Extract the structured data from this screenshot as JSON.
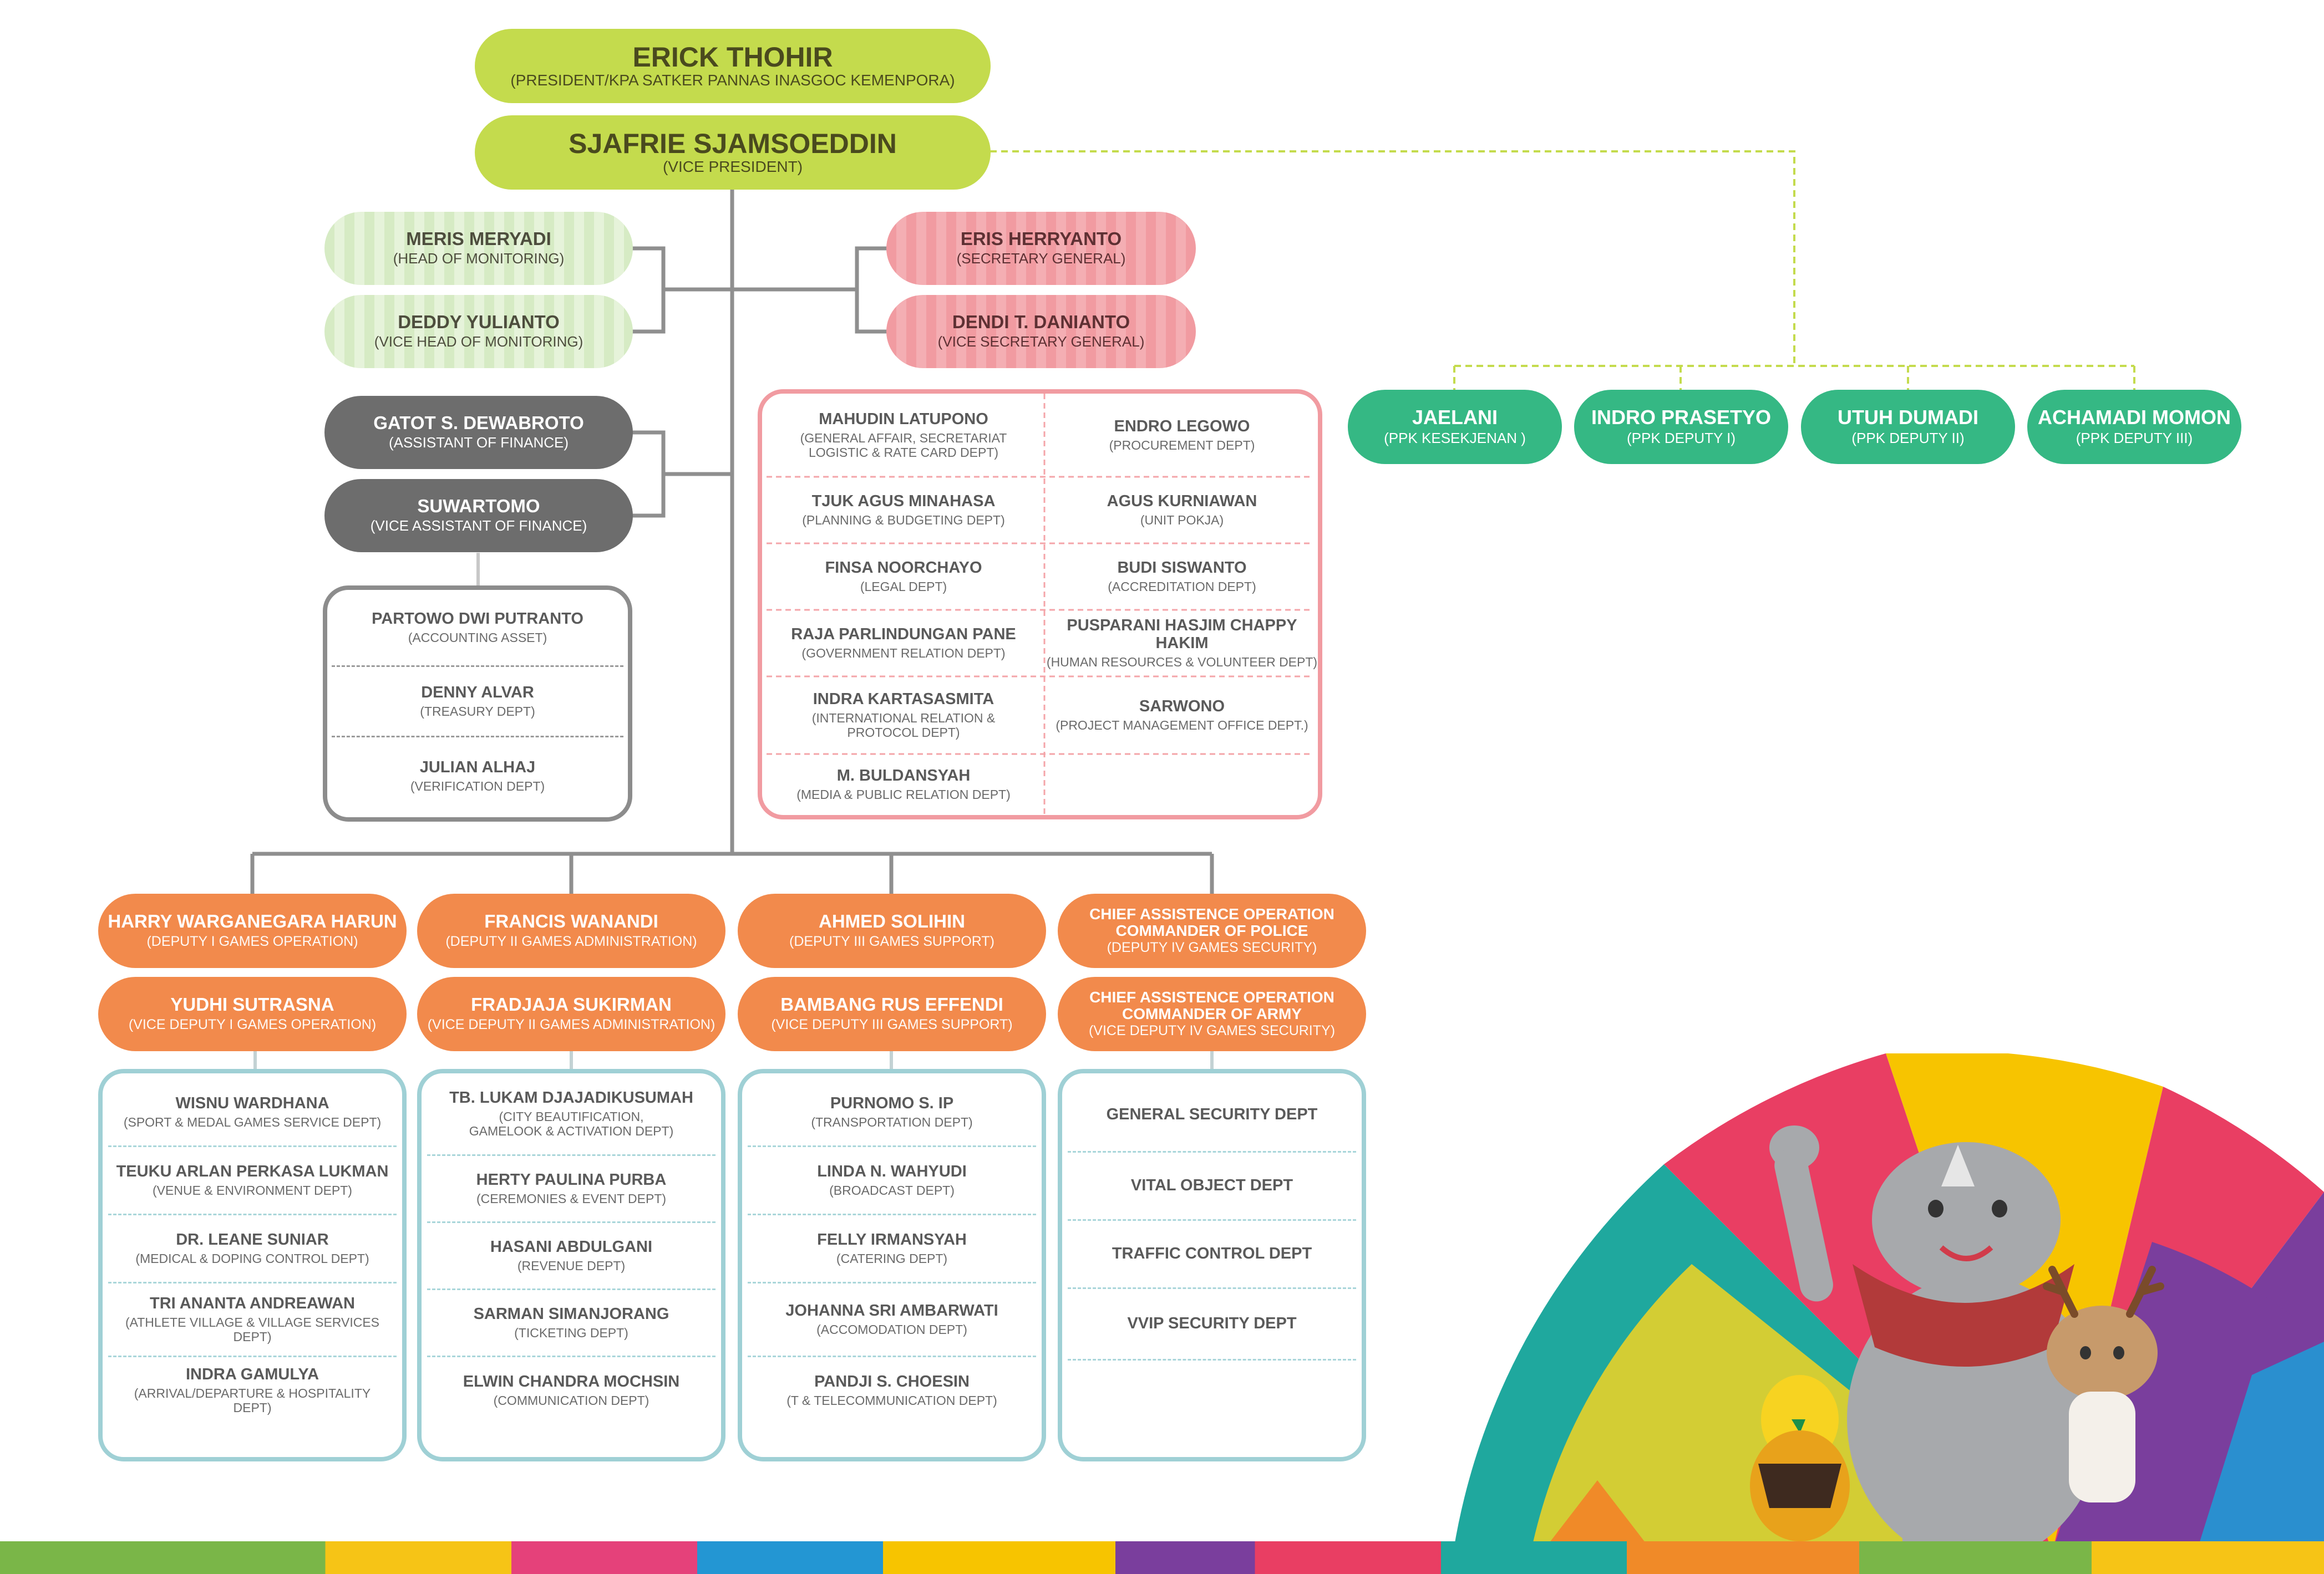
{
  "president": {
    "name": "ERICK THOHIR",
    "role": "(PRESIDENT/KPA SATKER PANNAS INASGOC KEMENPORA)"
  },
  "vice_president": {
    "name": "SJAFRIE SJAMSOEDDIN",
    "role": "(VICE PRESIDENT)"
  },
  "monitoring": [
    {
      "name": "MERIS MERYADI",
      "role": "(HEAD OF MONITORING)"
    },
    {
      "name": "DEDDY YULIANTO",
      "role": "(VICE HEAD OF MONITORING)"
    }
  ],
  "finance": [
    {
      "name": "GATOT S. DEWABROTO",
      "role": "(ASSISTANT OF FINANCE)"
    },
    {
      "name": "SUWARTOMO",
      "role": "(VICE ASSISTANT OF FINANCE)"
    }
  ],
  "finance_depts": [
    {
      "name": "PARTOWO DWI PUTRANTO",
      "dept": "(ACCOUNTING ASSET)"
    },
    {
      "name": "DENNY ALVAR",
      "dept": "(TREASURY DEPT)"
    },
    {
      "name": "JULIAN ALHAJ",
      "dept": "(VERIFICATION DEPT)"
    }
  ],
  "secretariat": [
    {
      "name": "ERIS HERRYANTO",
      "role": "(SECRETARY GENERAL)"
    },
    {
      "name": "DENDI T. DANIANTO",
      "role": "(VICE SECRETARY GENERAL)"
    }
  ],
  "secretariat_depts_left": [
    {
      "name": "MAHUDIN LATUPONO",
      "dept": "(GENERAL AFFAIR, SECRETARIAT LOGISTIC & RATE CARD DEPT)"
    },
    {
      "name": "TJUK AGUS MINAHASA",
      "dept": "(PLANNING & BUDGETING DEPT)"
    },
    {
      "name": "FINSA NOORCHAYO",
      "dept": "(LEGAL DEPT)"
    },
    {
      "name": "RAJA PARLINDUNGAN PANE",
      "dept": "(GOVERNMENT RELATION DEPT)"
    },
    {
      "name": "INDRA KARTASASMITA",
      "dept": "(INTERNATIONAL RELATION & PROTOCOL DEPT)"
    },
    {
      "name": "M. BULDANSYAH",
      "dept": "(MEDIA & PUBLIC RELATION DEPT)"
    }
  ],
  "secretariat_depts_right": [
    {
      "name": "ENDRO LEGOWO",
      "dept": "(PROCUREMENT DEPT)"
    },
    {
      "name": "AGUS KURNIAWAN",
      "dept": "(UNIT POKJA)"
    },
    {
      "name": "BUDI SISWANTO",
      "dept": "(ACCREDITATION DEPT)"
    },
    {
      "name": "PUSPARANI HASJIM CHAPPY HAKIM",
      "dept": "(HUMAN RESOURCES & VOLUNTEER DEPT)"
    },
    {
      "name": "SARWONO",
      "dept": "(PROJECT MANAGEMENT OFFICE DEPT.)"
    }
  ],
  "ppk": [
    {
      "name": "JAELANI",
      "role": "(PPK KESEKJENAN )"
    },
    {
      "name": "INDRO PRASETYO",
      "role": "(PPK DEPUTY I)"
    },
    {
      "name": "UTUH DUMADI",
      "role": "(PPK DEPUTY II)"
    },
    {
      "name": "ACHAMADI MOMON",
      "role": "(PPK DEPUTY III)"
    }
  ],
  "deputies": [
    {
      "name": "HARRY WARGANEGARA HARUN",
      "role": "(DEPUTY I GAMES OPERATION)",
      "vice_name": "YUDHI SUTRASNA",
      "vice_role": "(VICE DEPUTY I GAMES OPERATION)"
    },
    {
      "name": "FRANCIS WANANDI",
      "role": "(DEPUTY II GAMES ADMINISTRATION)",
      "vice_name": "FRADJAJA SUKIRMAN",
      "vice_role": "(VICE DEPUTY II GAMES ADMINISTRATION)"
    },
    {
      "name": "AHMED SOLIHIN",
      "role": "(DEPUTY III GAMES SUPPORT)",
      "vice_name": "BAMBANG RUS EFFENDI",
      "vice_role": "(VICE DEPUTY III GAMES SUPPORT)"
    },
    {
      "name": "CHIEF ASSISTENCE OPERATION COMMANDER OF POLICE",
      "role": "(DEPUTY IV GAMES SECURITY)",
      "vice_name": "CHIEF ASSISTENCE OPERATION COMMANDER OF ARMY",
      "vice_role": "(VICE DEPUTY IV GAMES SECURITY)"
    }
  ],
  "deputy_depts": [
    [
      {
        "name": "WISNU WARDHANA",
        "dept": "(SPORT & MEDAL GAMES SERVICE DEPT)"
      },
      {
        "name": "TEUKU ARLAN PERKASA LUKMAN",
        "dept": "(VENUE & ENVIRONMENT DEPT)"
      },
      {
        "name": "DR. LEANE SUNIAR",
        "dept": "(MEDICAL & DOPING CONTROL DEPT)"
      },
      {
        "name": "TRI ANANTA ANDREAWAN",
        "dept": "(ATHLETE VILLAGE & VILLAGE SERVICES DEPT)"
      },
      {
        "name": "INDRA GAMULYA",
        "dept": "(ARRIVAL/DEPARTURE & HOSPITALITY DEPT)"
      }
    ],
    [
      {
        "name": "TB. LUKAM DJAJADIKUSUMAH",
        "dept": "(CITY BEAUTIFICATION, GAMELOOK & ACTIVATION DEPT)"
      },
      {
        "name": "HERTY PAULINA PURBA",
        "dept": "(CEREMONIES & EVENT DEPT)"
      },
      {
        "name": "HASANI ABDULGANI",
        "dept": "(REVENUE DEPT)"
      },
      {
        "name": "SARMAN SIMANJORANG",
        "dept": "(TICKETING DEPT)"
      },
      {
        "name": "ELWIN CHANDRA MOCHSIN",
        "dept": "(COMMUNICATION DEPT)"
      }
    ],
    [
      {
        "name": "PURNOMO S. IP",
        "dept": "(TRANSPORTATION DEPT)"
      },
      {
        "name": "LINDA N. WAHYUDI",
        "dept": "(BROADCAST DEPT)"
      },
      {
        "name": "FELLY IRMANSYAH",
        "dept": "(CATERING DEPT)"
      },
      {
        "name": "JOHANNA SRI AMBARWATI",
        "dept": "(ACCOMODATION DEPT)"
      },
      {
        "name": "PANDJI S. CHOESIN",
        "dept": "(T & TELECOMMUNICATION DEPT)"
      }
    ],
    [
      {
        "name": "GENERAL SECURITY DEPT",
        "dept": ""
      },
      {
        "name": "VITAL OBJECT DEPT",
        "dept": ""
      },
      {
        "name": "TRAFFIC CONTROL DEPT",
        "dept": ""
      },
      {
        "name": "VVIP SECURITY DEPT",
        "dept": ""
      }
    ]
  ],
  "colors": {
    "lime": "#c4db4d",
    "teal": "#35b884",
    "orange": "#f28a4c",
    "pink": "#f19ba1",
    "grey": "#6d6d6d",
    "box_teal": "#9fd0d5"
  }
}
